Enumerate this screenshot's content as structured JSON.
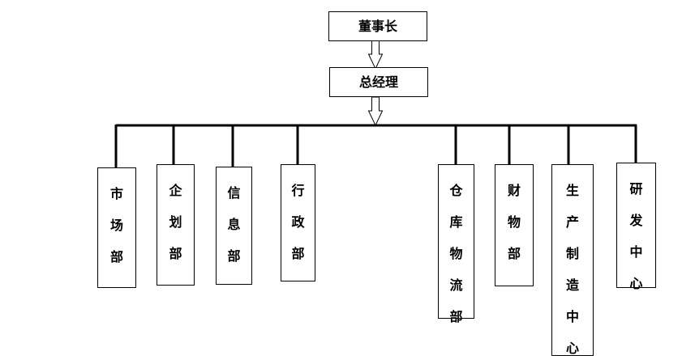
{
  "org_chart": {
    "chairman": "董事长",
    "general_manager": "总经理",
    "departments": [
      {
        "name": "市场部",
        "chars": [
          "市",
          "场",
          "部"
        ]
      },
      {
        "name": "企划部",
        "chars": [
          "企",
          "划",
          "部"
        ]
      },
      {
        "name": "信息部",
        "chars": [
          "信",
          "息",
          "部"
        ]
      },
      {
        "name": "行政部",
        "chars": [
          "行",
          "政",
          "部"
        ]
      },
      {
        "name": "仓库物流部",
        "chars": [
          "仓",
          "库",
          "物",
          "流",
          "部"
        ]
      },
      {
        "name": "财物部",
        "chars": [
          "财",
          "物",
          "部"
        ]
      },
      {
        "name": "生产制造中心",
        "chars": [
          "生",
          "产",
          "制",
          "造",
          "中",
          "心"
        ]
      },
      {
        "name": "研发中心",
        "chars": [
          "研",
          "发",
          "中",
          "心"
        ]
      }
    ]
  }
}
